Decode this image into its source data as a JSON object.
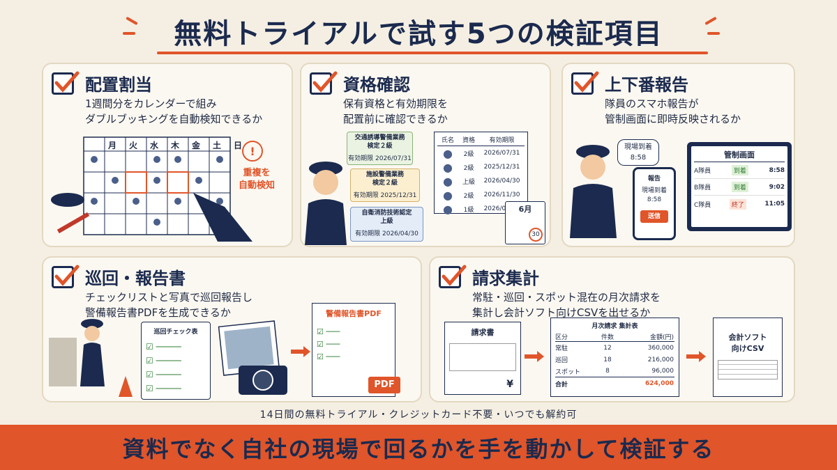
{
  "header": {
    "title": "無料トライアルで試す5つの検証項目"
  },
  "cards": [
    {
      "title": "配置割当",
      "desc": "1週間分をカレンダーで組み\nダブルブッキングを自動検知できるか",
      "calendar": {
        "days": [
          "月",
          "火",
          "水",
          "木",
          "金",
          "土",
          "日"
        ],
        "alert": "重複を\n自動検知"
      }
    },
    {
      "title": "資格確認",
      "desc": "保有資格と有効期限を\n配置前に確認できるか",
      "certs": [
        {
          "name": "交通誘導警備業務\n検定２級",
          "expiry_label": "有効期限",
          "expiry": "2026/07/31"
        },
        {
          "name": "施設警備業務\n検定２級",
          "expiry_label": "有効期限",
          "expiry": "2025/12/31"
        },
        {
          "name": "自衛消防技術認定\n上級",
          "expiry_label": "有効期限",
          "expiry": "2026/04/30"
        }
      ],
      "table": {
        "headers": [
          "氏名",
          "資格",
          "有効期限"
        ],
        "rows": [
          [
            "2級",
            "2026/07/31"
          ],
          [
            "2級",
            "2025/12/31"
          ],
          [
            "上級",
            "2026/04/30"
          ],
          [
            "2級",
            "2026/11/30"
          ],
          [
            "1級",
            "2026/03/15"
          ]
        ]
      },
      "calendar_month": "6月",
      "calendar_day": "30"
    },
    {
      "title": "上下番報告",
      "desc": "隊員のスマホ報告が\n管制画面に即時反映されるか",
      "bubble": "現場到着\n8:58",
      "phone": {
        "title": "報告",
        "body": "現場到着\n8:58",
        "button": "送信"
      },
      "monitor": {
        "title": "管制画面",
        "rows": [
          {
            "name": "A隊員",
            "status": "到着",
            "time": "8:58"
          },
          {
            "name": "B隊員",
            "status": "到着",
            "time": "9:02"
          },
          {
            "name": "C隊員",
            "status": "終了",
            "time": "11:05"
          }
        ]
      }
    },
    {
      "title": "巡回・報告書",
      "desc": "チェックリストと写真で巡回報告し\n警備報告書PDFを生成できるか",
      "checklist_title": "巡回チェック表",
      "pdf_title": "警備報告書PDF",
      "pdf_badge": "PDF"
    },
    {
      "title": "請求集計",
      "desc": "常駐・巡回・スポット混在の月次請求を\n集計し会計ソフト向けCSVを出せるか",
      "invoice_title": "請求書",
      "invoice_yen": "¥",
      "summary": {
        "title": "月次請求  集計表",
        "headers": [
          "区分",
          "件数",
          "金額(円)"
        ],
        "rows": [
          [
            "常駐",
            "12",
            "360,000"
          ],
          [
            "巡回",
            "18",
            "216,000"
          ],
          [
            "スポット",
            "8",
            "96,000"
          ]
        ],
        "total_label": "合計",
        "total_value": "624,000"
      },
      "csv_label": "会計ソフト\n向けCSV"
    }
  ],
  "footnote": "14日間の無料トライアル・クレジットカード不要・いつでも解約可",
  "banner": "資料でなく自社の現場で回るかを手を動かして検証する",
  "colors": {
    "navy": "#1b2a4e",
    "accent": "#e0552a",
    "card_bg": "#fbf8f1",
    "page_bg": "#f5efe3"
  }
}
